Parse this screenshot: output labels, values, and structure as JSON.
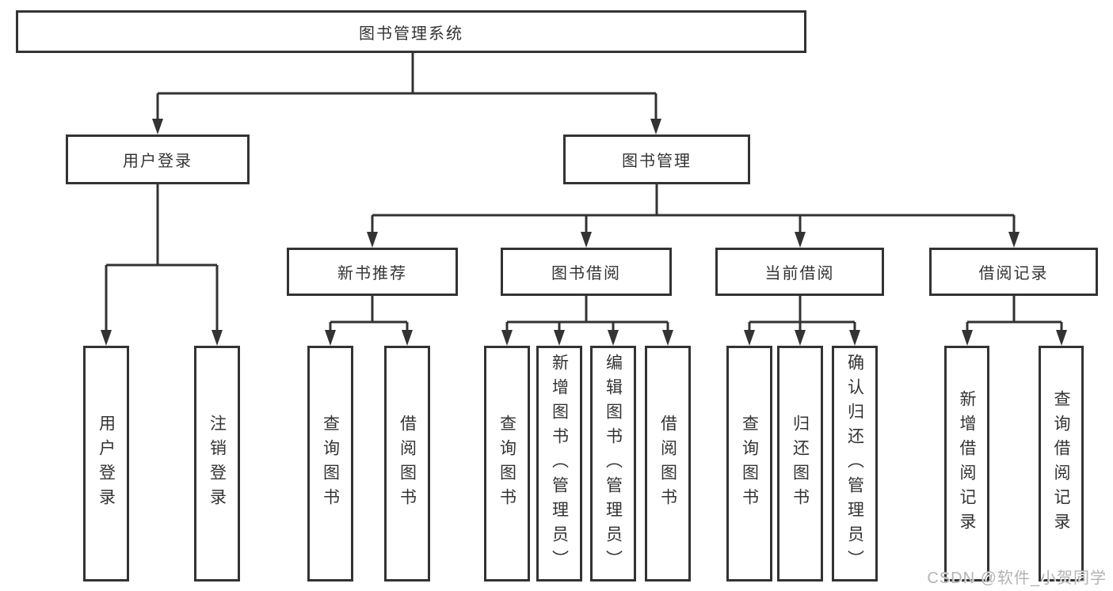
{
  "tree": {
    "label": "图书管理系统",
    "children": [
      {
        "label": "用户登录",
        "children": [
          {
            "label": "用户登录"
          },
          {
            "label": "注销登录"
          }
        ]
      },
      {
        "label": "图书管理",
        "children": [
          {
            "label": "新书推荐",
            "children": [
              {
                "label": "查询图书"
              },
              {
                "label": "借阅图书"
              }
            ]
          },
          {
            "label": "图书借阅",
            "children": [
              {
                "label": "查询图书"
              },
              {
                "label": "新增图书（管理员）"
              },
              {
                "label": "编辑图书（管理员）"
              },
              {
                "label": "借阅图书"
              }
            ]
          },
          {
            "label": "当前借阅",
            "children": [
              {
                "label": "查询图书"
              },
              {
                "label": "归还图书"
              },
              {
                "label": "确认归还（管理员）"
              }
            ]
          },
          {
            "label": "借阅记录",
            "children": [
              {
                "label": "新增借阅记录"
              },
              {
                "label": "查询借阅记录"
              }
            ]
          }
        ]
      }
    ]
  },
  "watermark": {
    "text": "CSDN @软件_小贺同学"
  },
  "colors": {
    "line": "#333333",
    "text": "#333333",
    "bg": "#ffffff",
    "watermark": "#b3b3b3"
  }
}
